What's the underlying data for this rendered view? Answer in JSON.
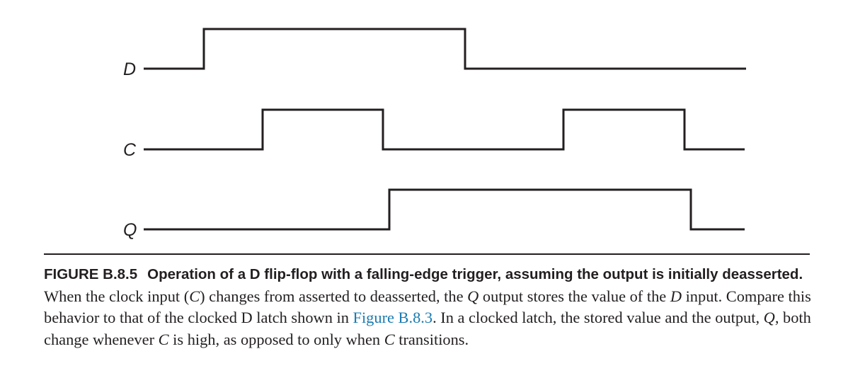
{
  "diagram": {
    "signals": [
      {
        "id": "d",
        "label": "D",
        "levels": [
          0,
          1,
          0
        ]
      },
      {
        "id": "c",
        "label": "C",
        "levels": [
          0,
          1,
          0,
          1,
          0
        ]
      },
      {
        "id": "q",
        "label": "Q",
        "levels": [
          0,
          1,
          0
        ]
      }
    ],
    "line_color": "#231f20"
  },
  "caption": {
    "figure_number": "FIGURE B.8.5",
    "title": "Operation of a D flip-flop with a falling-edge trigger, assuming the output is initially deasserted.",
    "text_1": " When the clock input (",
    "c_1": "C",
    "text_2": ") changes from asserted to deasserted, the ",
    "q_1": "Q",
    "text_3": " output stores the value of the ",
    "d_1": "D",
    "text_4": " input. Compare this behavior to that of the clocked D latch shown in ",
    "link": "Figure B.8.3",
    "text_5": ". In a clocked latch, the stored value and the output, ",
    "q_2": "Q",
    "text_6": ", both change whenever ",
    "c_2": "C",
    "text_7": " is high, as opposed to only when ",
    "c_3": "C",
    "text_8": " transitions.",
    "link_color": "#1a7bb0"
  }
}
